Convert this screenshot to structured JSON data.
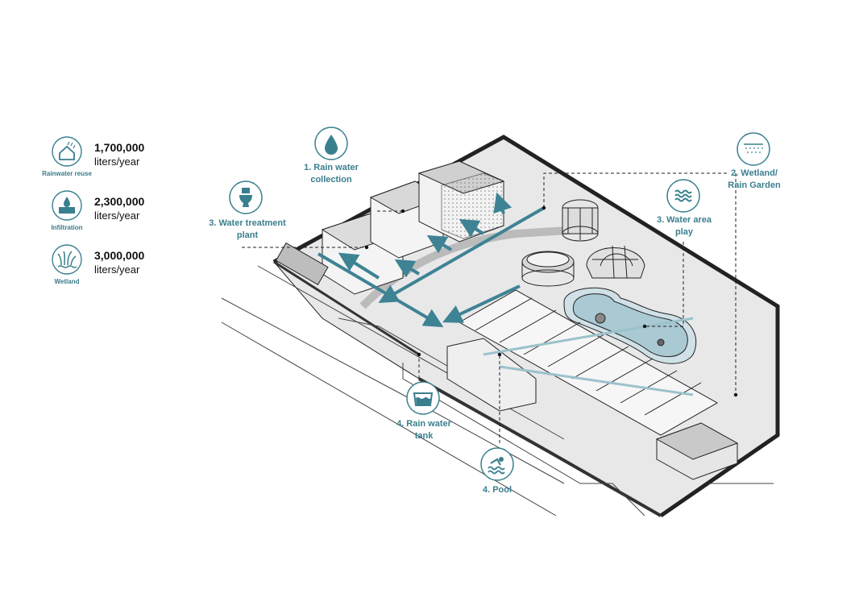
{
  "legend": {
    "items": [
      {
        "caption": "Rainwater reuse",
        "value": "1,700,000",
        "unit": "liters/year",
        "icon": "house-rain-icon"
      },
      {
        "caption": "Infiltration",
        "value": "2,300,000",
        "unit": "liters/year",
        "icon": "infiltration-icon"
      },
      {
        "caption": "Wetland",
        "value": "3,000,000",
        "unit": "liters/year",
        "icon": "wetland-icon"
      }
    ]
  },
  "callouts": {
    "rain_collection": "1. Rain water collection",
    "wetland": "2. Wetland/ Rain Garden",
    "treatment": "3. Water treatment plant",
    "water_play": "3. Water area play",
    "tank": "4. Rain water tank",
    "pool": "4. Pool"
  },
  "colors": {
    "accent": "#3a7f8e",
    "flow_arrow": "#3e8394",
    "ground": "#e9e9e9",
    "building": "#f4f4f4"
  }
}
